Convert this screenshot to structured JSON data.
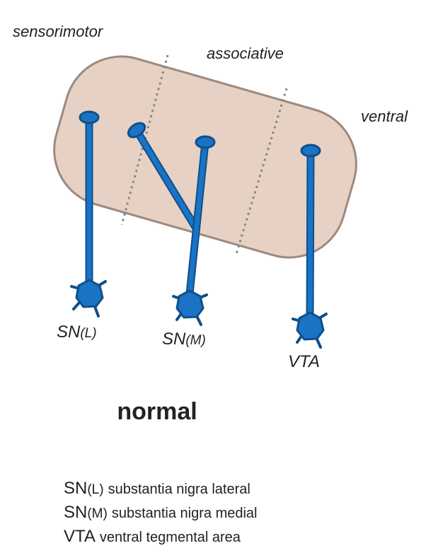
{
  "regions": {
    "sensorimotor": "sensorimotor",
    "associative": "associative",
    "ventral": "ventral"
  },
  "neurons": [
    {
      "id": "snl",
      "label_main": "SN",
      "label_sub": "(L)"
    },
    {
      "id": "snm",
      "label_main": "SN",
      "label_sub": "(M)"
    },
    {
      "id": "vta",
      "label_main": "VTA",
      "label_sub": ""
    }
  ],
  "title": "normal",
  "legend": [
    {
      "abbr": "SN",
      "abbr_sub": "(L)",
      "description": "substantia nigra lateral"
    },
    {
      "abbr": "SN",
      "abbr_sub": "(M)",
      "description": "substantia nigra medial"
    },
    {
      "abbr": "VTA",
      "abbr_sub": "",
      "description": "ventral tegmental area"
    }
  ],
  "colors": {
    "striatum_fill": "#e6d1c4",
    "striatum_stroke": "#9c8a7f",
    "divider": "#8f857d",
    "neuron_fill": "#1a73c4",
    "neuron_stroke": "#0f4f8a"
  }
}
